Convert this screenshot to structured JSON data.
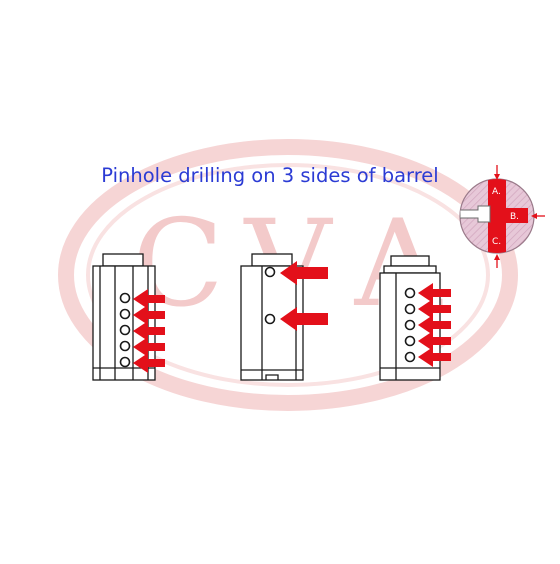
{
  "title": "Pinhole drilling on 3 sides of barrel",
  "watermark": {
    "text": "CVA",
    "letters": [
      "C",
      "V",
      "A"
    ]
  },
  "labels": {
    "a": "A.",
    "b": "B.",
    "c": "C."
  },
  "colors": {
    "title": "#2b3bd4",
    "arrow": "#e3101a",
    "outline": "#1a1a1a",
    "watermark_ring": "#f4cccc",
    "watermark_text": "#f1c4c4",
    "cross_section_fill": "#e7c8d8",
    "cross_section_hatch": "#d4a8c0"
  },
  "views": [
    {
      "name": "side-a",
      "pinholes": 5,
      "arrows": 5
    },
    {
      "name": "side-b",
      "pinholes": 2,
      "arrows": 2
    },
    {
      "name": "side-c",
      "pinholes": 5,
      "arrows": 5
    }
  ]
}
